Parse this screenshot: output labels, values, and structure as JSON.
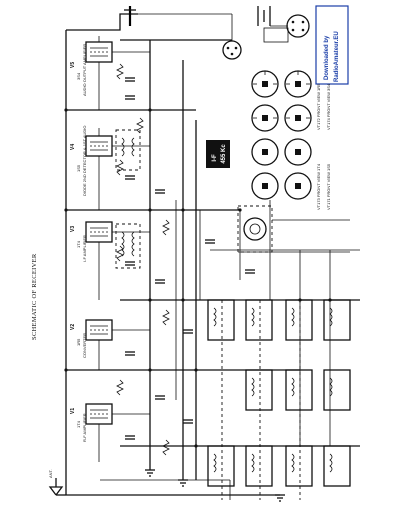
{
  "diagram": {
    "title": "SCHEMATIC OF RECEIVER",
    "if_box": {
      "line1": "I-F",
      "line2": "455 Kc"
    },
    "watermark": {
      "line1": "Downloaded by",
      "line2": "RadioAmateur.EU"
    },
    "tubes": [
      {
        "ref": "V1",
        "type": "1T4",
        "role": "R-F AMPLIFIER"
      },
      {
        "ref": "V2",
        "type": "1R5",
        "role": "CONVERTER"
      },
      {
        "ref": "V3",
        "type": "1T4",
        "role": "I-F AMPLIFIER"
      },
      {
        "ref": "V4",
        "type": "1S5",
        "role": "DIODE 2ND DETECTOR & 1ST AUDIO"
      },
      {
        "ref": "V5",
        "type": "3S4",
        "role": "AUDIO OUTPUT AMPLIFIER"
      }
    ],
    "base_labels": [
      "VT172 FRONT VIEW 1R5",
      "VT173 FRONT VIEW 1T4",
      "VT174 FRONT VIEW 3S4",
      "VT171 FRONT VIEW 1S5"
    ],
    "antenna_label": "ANT."
  }
}
